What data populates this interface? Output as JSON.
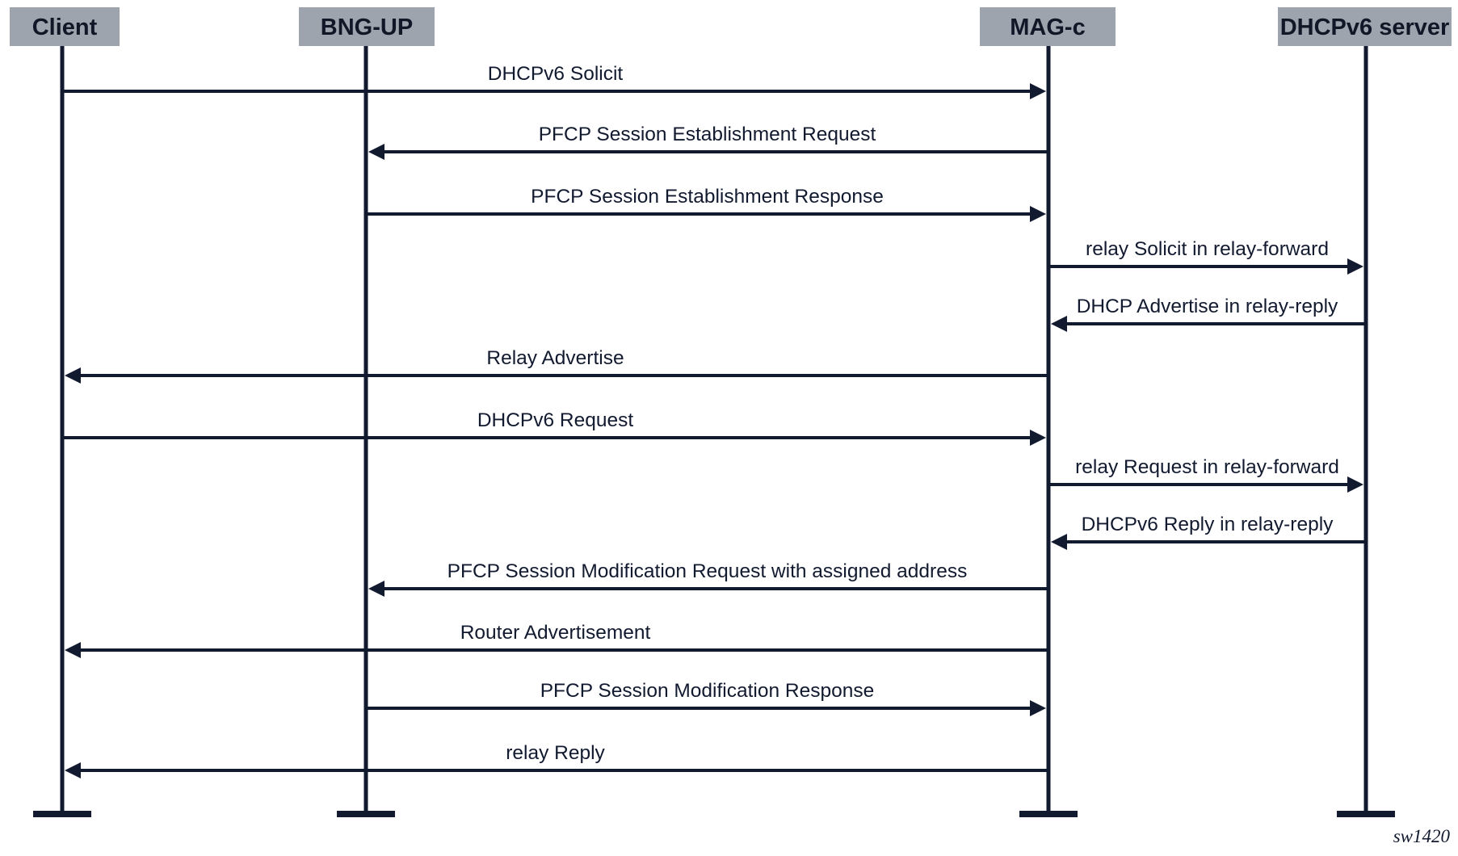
{
  "participants": [
    {
      "id": "client",
      "label": "Client"
    },
    {
      "id": "bng-up",
      "label": "BNG-UP"
    },
    {
      "id": "mag-c",
      "label": "MAG-c"
    },
    {
      "id": "dhcpv6-server",
      "label": "DHCPv6 server"
    }
  ],
  "messages": [
    {
      "from": "client",
      "to": "mag-c",
      "label": "DHCPv6 Solicit"
    },
    {
      "from": "mag-c",
      "to": "bng-up",
      "label": "PFCP Session Establishment Request"
    },
    {
      "from": "bng-up",
      "to": "mag-c",
      "label": "PFCP Session Establishment Response"
    },
    {
      "from": "mag-c",
      "to": "dhcpv6-server",
      "label": "relay Solicit in relay-forward"
    },
    {
      "from": "dhcpv6-server",
      "to": "mag-c",
      "label": "DHCP Advertise in relay-reply"
    },
    {
      "from": "mag-c",
      "to": "client",
      "label": "Relay Advertise"
    },
    {
      "from": "client",
      "to": "mag-c",
      "label": "DHCPv6 Request"
    },
    {
      "from": "mag-c",
      "to": "dhcpv6-server",
      "label": "relay Request in relay-forward"
    },
    {
      "from": "dhcpv6-server",
      "to": "mag-c",
      "label": "DHCPv6 Reply in relay-reply"
    },
    {
      "from": "mag-c",
      "to": "bng-up",
      "label": "PFCP Session Modification Request with assigned address"
    },
    {
      "from": "mag-c",
      "to": "client",
      "label": "Router Advertisement"
    },
    {
      "from": "bng-up",
      "to": "mag-c",
      "label": "PFCP Session Modification Response"
    },
    {
      "from": "mag-c",
      "to": "client",
      "label": "relay Reply"
    }
  ],
  "figure_id": "sw1420",
  "colors": {
    "ink": "#121a30",
    "header_fill": "#9ea4ad"
  }
}
